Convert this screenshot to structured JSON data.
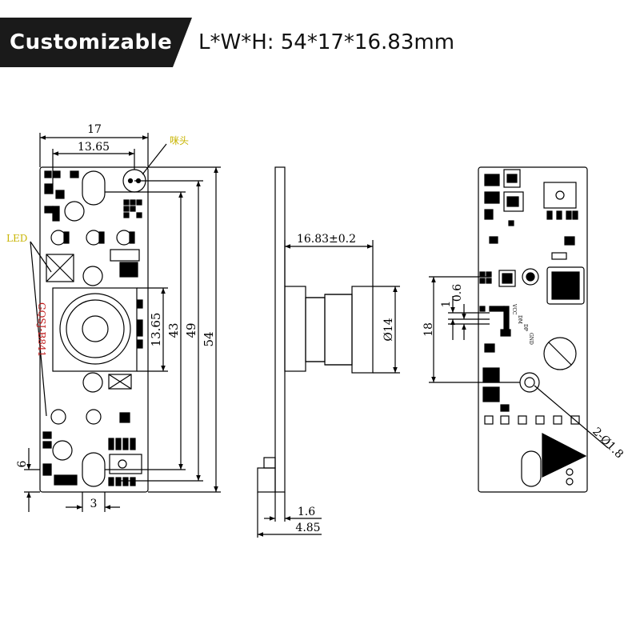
{
  "header": {
    "badge_label": "Customizable",
    "dimensions_label": "L*W*H:  54*17*16.83mm"
  },
  "front_view": {
    "width_total": "17",
    "width_inner": "13.65",
    "height_total": "54",
    "height_49": "49",
    "height_43": "43",
    "height_13_65": "13.65",
    "bottom_6": "6",
    "bottom_3": "3",
    "mic_label": "咪头",
    "led_label": "LED",
    "board_code": "GQSJ-B841"
  },
  "side_view": {
    "height_label": "16.83±0.2",
    "lens_diameter": "Ø14",
    "thickness_1_6": "1.6",
    "thickness_4_85": "4.85"
  },
  "back_view": {
    "dim_18": "18",
    "dim_1": "1",
    "dim_0_6": "0.6",
    "hole_label": "2-Ø1.8",
    "pin_labels": [
      "VCC",
      "DM",
      "DP",
      "GND"
    ]
  },
  "colors": {
    "line": "#000000",
    "label_yellow": "#c8b400",
    "code_red": "#c01818"
  }
}
